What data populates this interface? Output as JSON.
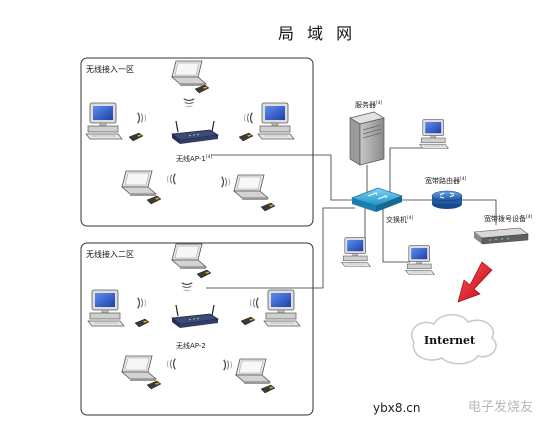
{
  "title": "局 域 网",
  "zones": [
    {
      "label": "无线接入一区"
    },
    {
      "label": "无线接入二区"
    }
  ],
  "devices": {
    "ap1": "无线AP-1",
    "ap1_sup": "[4]",
    "ap2": "无线AP-2",
    "server": "服务器",
    "server_sup": "[4]",
    "switch": "交换机",
    "switch_sup": "[4]",
    "router": "宽带路由器",
    "router_sup": "[4]",
    "modem": "宽带拨号设备",
    "modem_sup": "[4]"
  },
  "cloud_label": "Internet",
  "watermark": {
    "site": "ybx8.cn",
    "brand": "电子发烧友"
  },
  "colors": {
    "arrow_red": "#e8141c",
    "switch_blue": "#2aa8d8",
    "router_blue": "#2a6fb8",
    "screen_blue": "#3a6fd8"
  }
}
